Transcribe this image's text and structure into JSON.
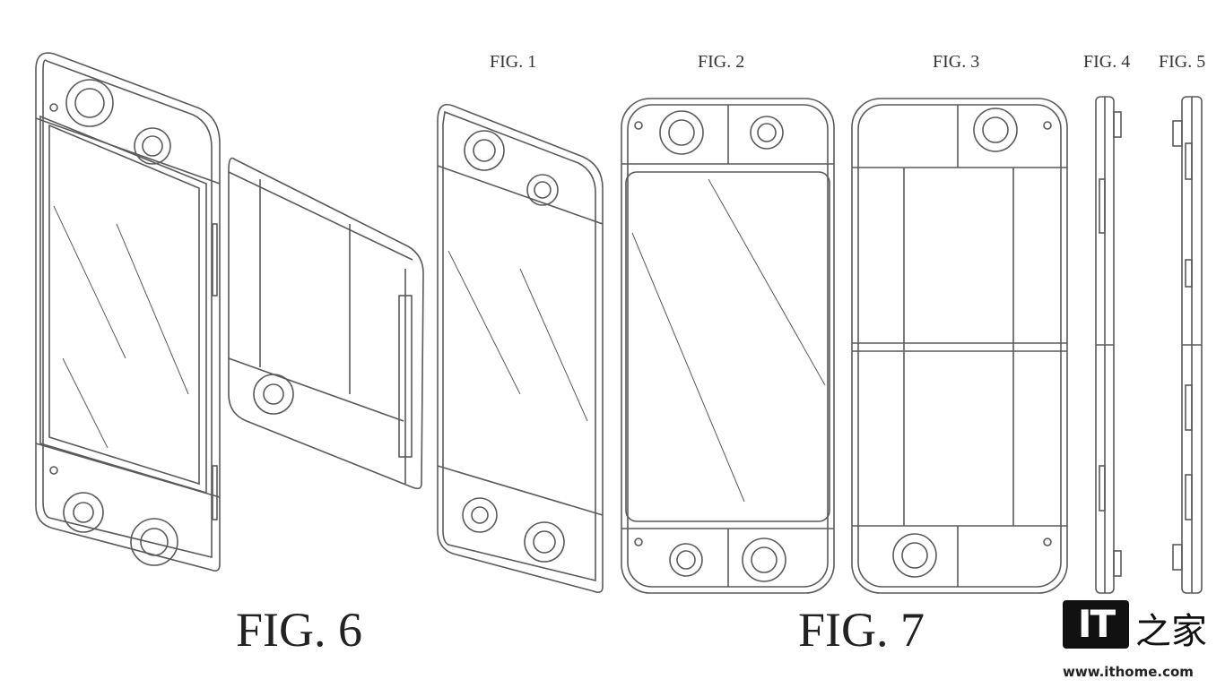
{
  "figures": {
    "fig1": "FIG. 1",
    "fig2": "FIG. 2",
    "fig3": "FIG. 3",
    "fig4": "FIG. 4",
    "fig5": "FIG. 5",
    "fig6": "FIG. 6",
    "fig7": "FIG. 7"
  },
  "watermark": {
    "logo_text": "IT",
    "logo_cn": "之家",
    "url": "www.ithome.com"
  },
  "colors": {
    "line": "#5a5a5a",
    "background": "#ffffff"
  }
}
